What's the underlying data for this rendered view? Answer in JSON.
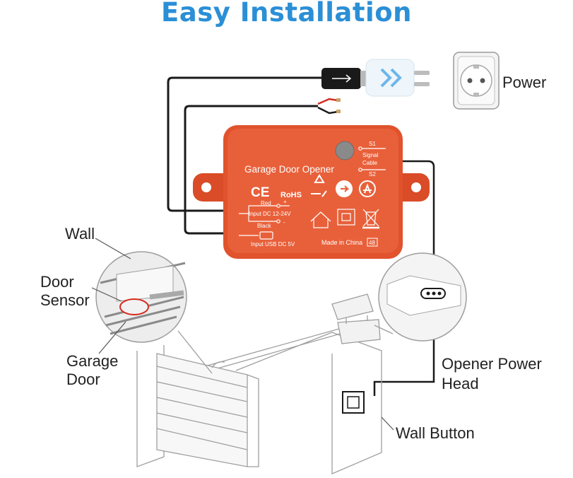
{
  "title": "Easy Installation",
  "labels": {
    "power": "Power",
    "wall": "Wall",
    "door_sensor_1": "Door",
    "door_sensor_2": "Sensor",
    "garage_door_1": "Garage",
    "garage_door_2": "Door",
    "opener_1": "Opener Power",
    "opener_2": "Head",
    "wall_button": "Wall Button"
  },
  "device": {
    "name": "Garage Door Opener",
    "s1": "S1",
    "signal_1": "Signal",
    "signal_2": "Cable",
    "s2": "S2",
    "red": "Red",
    "plus": "+",
    "input_dc": "Input DC 12-24V",
    "black": "Black",
    "minus": "-",
    "input_usb": "Input USB DC 5V",
    "made_in": "Made in China",
    "code": "48",
    "ce": "CE",
    "rohs": "RoHS"
  },
  "colors": {
    "title": "#2b8fd6",
    "device": "#e0532c",
    "cable": "#1a1a1a"
  }
}
